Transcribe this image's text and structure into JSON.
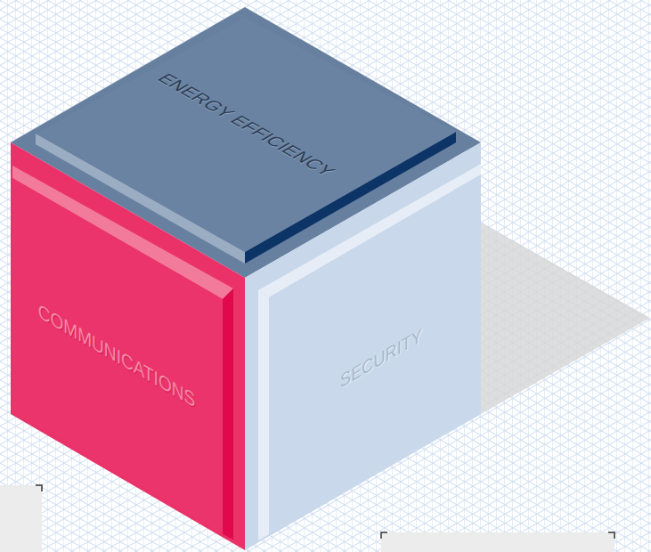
{
  "diagram": {
    "nodes": [
      {
        "text": [
          "ENERGY EFFICIENCY"
        ]
      },
      {
        "text": [
          "COMMUNICATIONS"
        ]
      },
      {
        "text": [
          "SECURITY"
        ]
      }
    ]
  }
}
